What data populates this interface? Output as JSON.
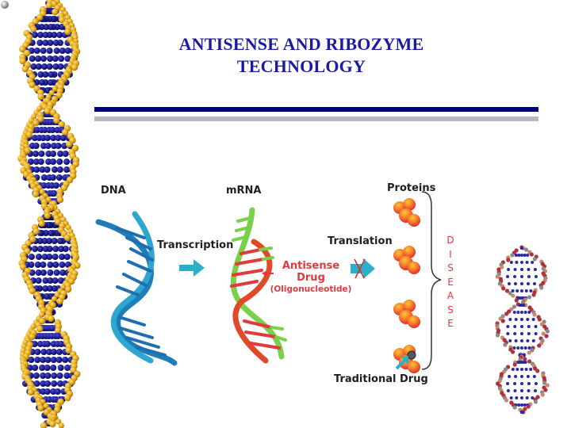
{
  "slide": {
    "title_line1": "ANTISENSE AND RIBOZYME",
    "title_line2": "TECHNOLOGY",
    "colors": {
      "title": "#1a1aa6",
      "rule_primary": "#00007a",
      "rule_secondary": "#b7b7c6",
      "dna_blue": "#2a8fc4",
      "mrna_green": "#6cc644",
      "antisense_red": "#e0393f",
      "arrow_teal": "#2ab0c9",
      "protein_orange": "#f07a2a",
      "backbone_gold": "#e2a514",
      "base_navy": "#1c1c8a"
    }
  },
  "diagram": {
    "dna_label": "DNA",
    "mrna_label": "mRNA",
    "proteins_label": "Proteins",
    "transcription_label": "Transcription",
    "translation_label": "Translation",
    "antisense_line1": "Antisense",
    "antisense_line2": "Drug",
    "antisense_line3": "(Oligonucleotide)",
    "traditional_drug_label": "Traditional Drug",
    "disease_letters": [
      "D",
      "I",
      "S",
      "E",
      "A",
      "S",
      "E"
    ],
    "protein_count": 4
  },
  "decor": {
    "left_helix_icon": "dna-double-helix-gold-navy",
    "right_helix_icon": "dna-ball-stick-model",
    "corner_icon": "grey-sphere"
  }
}
